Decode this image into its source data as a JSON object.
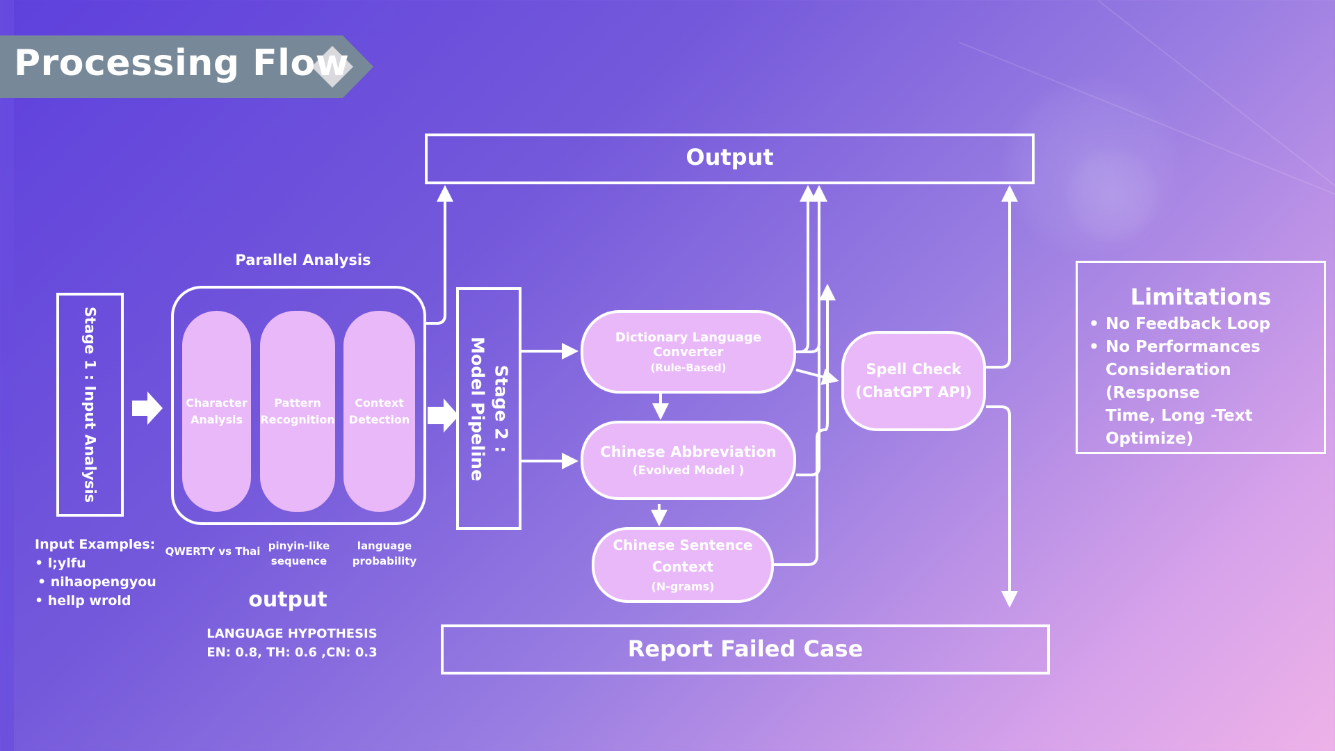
{
  "title": "Processing Flow",
  "output_box": {
    "label": "Output"
  },
  "report_box": {
    "label": "Report Failed Case"
  },
  "stage1": {
    "label": "Stage 1 : Input Analysis",
    "examples_heading": "Input  Examples:",
    "examples": [
      "• l;ylfu",
      "• nihaopengyou",
      "• hellp wrold"
    ]
  },
  "parallel_analysis": {
    "heading": "Parallel Analysis",
    "pills": [
      {
        "name": "Character Analysis",
        "line1": "Character",
        "line2": "Analysis",
        "caption": [
          "QWERTY vs Thai"
        ]
      },
      {
        "name": "Pattern Recognition",
        "line1": "Pattern",
        "line2": "Recognition",
        "caption": [
          "pinyin-like",
          "sequence"
        ]
      },
      {
        "name": "Context Detection",
        "line1": "Context",
        "line2": "Detection",
        "caption": [
          "language",
          "probability"
        ]
      }
    ],
    "output_heading": "output",
    "hypothesis_title": "LANGUAGE HYPOTHESIS",
    "hypothesis_values": "EN: 0.8, TH: 0.6 ,CN: 0.3"
  },
  "stage2": {
    "line1": "Stage 2 :",
    "line2": "Model Pipeline"
  },
  "nodes": {
    "dictionary": {
      "title": "Dictionary Language Converter",
      "sub": "(Rule-Based)"
    },
    "abbreviation": {
      "title": "Chinese Abbreviation",
      "sub": "(Evolved Model )"
    },
    "sentence": {
      "title1": "Chinese Sentence",
      "title2": "Context",
      "sub": "(N-grams)"
    },
    "spellcheck": {
      "title": "Spell Check",
      "sub": "(ChatGPT API)"
    }
  },
  "limitations": {
    "title": "Limitations",
    "items": [
      [
        "No Feedback Loop"
      ],
      [
        "No Performances",
        "Consideration (Response",
        "Time, Long -Text Optimize)"
      ]
    ],
    "bullet": "•"
  },
  "colors": {
    "node_fill": "#e9b8f8",
    "stroke": "#ffffff",
    "banner": "#778899",
    "diamond": "#d9d9de"
  }
}
